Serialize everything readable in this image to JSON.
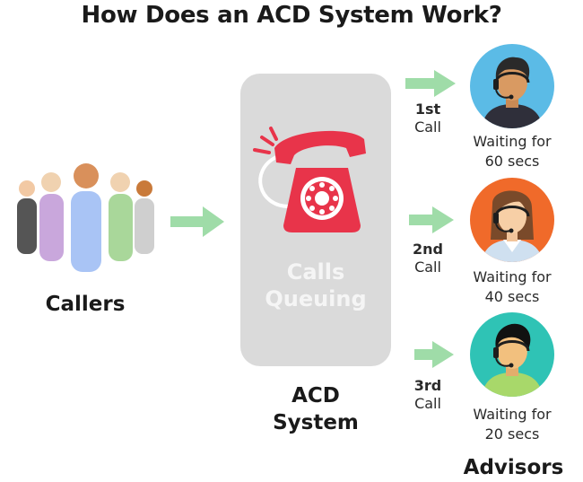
{
  "title": "How Does an ACD System Work?",
  "callers": {
    "label": "Callers"
  },
  "queue": {
    "line1": "Calls",
    "line2": "Queuing"
  },
  "system": {
    "line1": "ACD",
    "line2": "System"
  },
  "advisors": {
    "label": "Advisors",
    "items": [
      {
        "ordinal": "1st",
        "call": "Call",
        "wait_line1": "Waiting for",
        "wait_line2": "60 secs"
      },
      {
        "ordinal": "2nd",
        "call": "Call",
        "wait_line1": "Waiting for",
        "wait_line2": "40 secs"
      },
      {
        "ordinal": "3rd",
        "call": "Call",
        "wait_line1": "Waiting for",
        "wait_line2": "20 secs"
      }
    ]
  },
  "colors": {
    "arrow": "#9fdca8",
    "phone": "#e8344a",
    "queue_box": "#dadada",
    "advisor1_bg": "#5bbbe6",
    "advisor2_bg": "#f06a2a",
    "advisor3_bg": "#2fc3b5"
  }
}
